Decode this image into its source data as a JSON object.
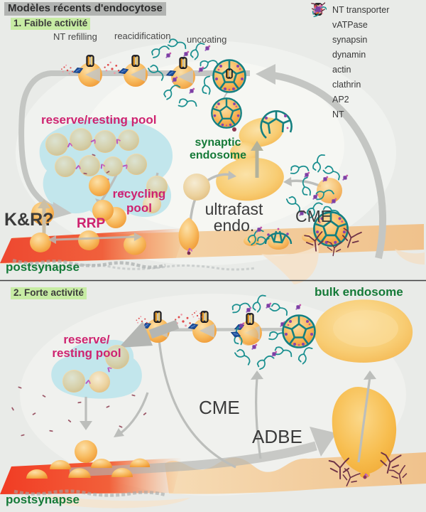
{
  "title": "Modèles récents d'endocytose",
  "legend": {
    "items": [
      {
        "icon": "nt-transporter-icon",
        "label": "NT transporter"
      },
      {
        "icon": "vatpase-icon",
        "label": "vATPase"
      },
      {
        "icon": "synapsin-icon",
        "label": "synapsin"
      },
      {
        "icon": "dynamin-icon",
        "label": "dynamin"
      },
      {
        "icon": "actin-icon",
        "label": "actin"
      },
      {
        "icon": "clathrin-icon",
        "label": "clathrin"
      },
      {
        "icon": "ap2-icon",
        "label": "AP2"
      },
      {
        "icon": "nt-icon",
        "label": "NT"
      }
    ]
  },
  "panel1": {
    "heading": "1. Faible activité",
    "nt_refilling": "NT refilling",
    "reacidification": "reacidification",
    "uncoating": "uncoating",
    "reserve_pool": "reserve/resting pool",
    "recycling_line1": "recycling",
    "recycling_line2": "pool",
    "rrp": "RRP",
    "kiss_and_run": "K&R?",
    "synaptic_line1": "synaptic",
    "synaptic_line2": "endosome",
    "ultrafast_line1": "ultrafast",
    "ultrafast_line2": "endo.",
    "cme": "CME",
    "postsynapse": "postsynapse"
  },
  "panel2": {
    "heading": "2. Forte activité",
    "bulk_endosome": "bulk endosome",
    "reserve_line1": "reserve/",
    "reserve_line2": "resting pool",
    "cme": "CME",
    "adbe": "ADBE",
    "postsynapse": "postsynapse"
  },
  "colors": {
    "background": "#e9ebe8",
    "vesicle_orange": "#f5a93f",
    "endosome_orange": "#f7c464",
    "membrane_red": "#f0502f",
    "membrane_peach": "#f3cfa0",
    "pool_blue": "#c2e6ec",
    "clathrin_teal": "#1b9090",
    "ap2_purple": "#7d3fa5",
    "nt_red": "#e04a4a",
    "synapsin_pink": "#efa9cb",
    "actin_maroon": "#6f3347",
    "label_magenta": "#ce2370",
    "label_green": "#157a38",
    "label_dark": "#3b3b3b",
    "arrow_gray": "#c4c6c3",
    "highlight_green": "#c7eca4",
    "highlight_gray": "#b1b3b1"
  }
}
